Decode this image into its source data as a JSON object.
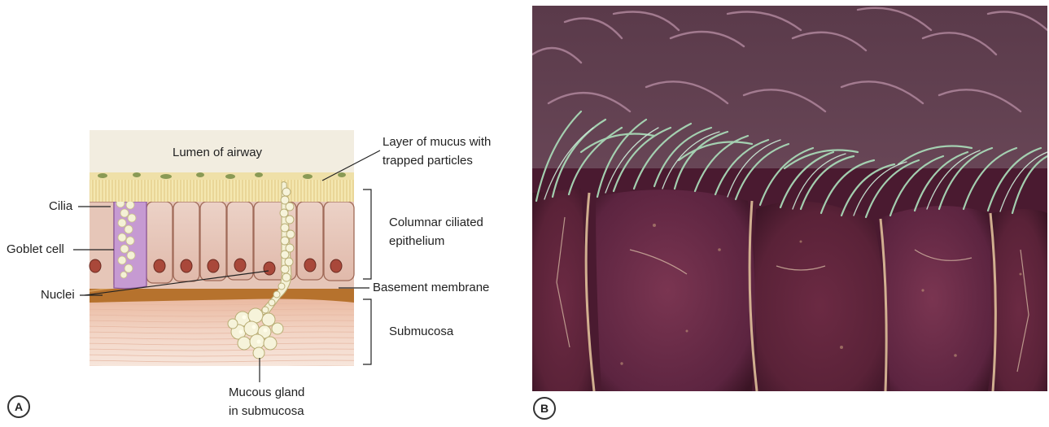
{
  "panel_a": {
    "badge": "A",
    "labels": {
      "lumen": "Lumen of airway",
      "mucus_layer_1": "Layer of mucus with",
      "mucus_layer_2": "trapped particles",
      "cilia": "Cilia",
      "columnar_1": "Columnar ciliated",
      "columnar_2": "epithelium",
      "goblet": "Goblet cell",
      "nuclei": "Nuclei",
      "basement": "Basement membrane",
      "submucosa": "Submucosa",
      "gland_1": "Mucous gland",
      "gland_2": "in submucosa"
    }
  },
  "panel_b": {
    "badge": "B"
  },
  "colors": {
    "lumen_bg": "#f3eee0",
    "cilia": "#f2e2a0",
    "epithelium": "#e8c9bd",
    "goblet": "#c79ad6",
    "nucleus": "#a34a3c",
    "basement": "#b9732f",
    "submucosa": "#f0d0c0",
    "sem_cilia": "#a9d6b4",
    "sem_cells": "#6d2c45"
  }
}
